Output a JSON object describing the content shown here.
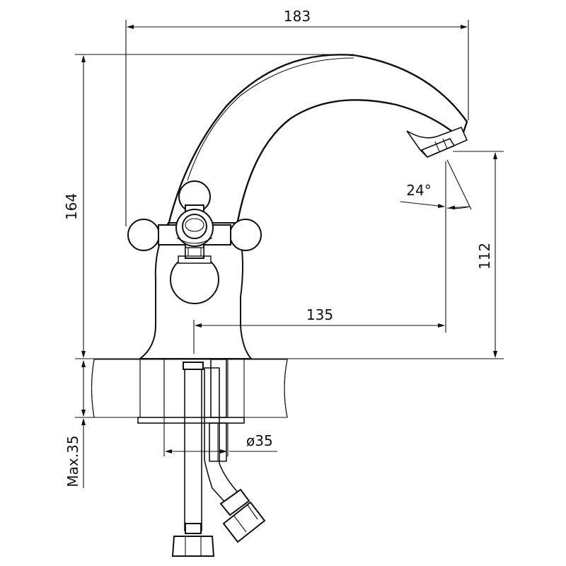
{
  "dimensions": {
    "overall_width": "183",
    "overall_height": "164",
    "spout_height": "112",
    "spout_reach": "135",
    "spout_angle": "24°",
    "hole_diameter": "ø35",
    "max_thickness": "Max.35"
  },
  "colors": {
    "line": "#111111",
    "background": "#ffffff"
  }
}
